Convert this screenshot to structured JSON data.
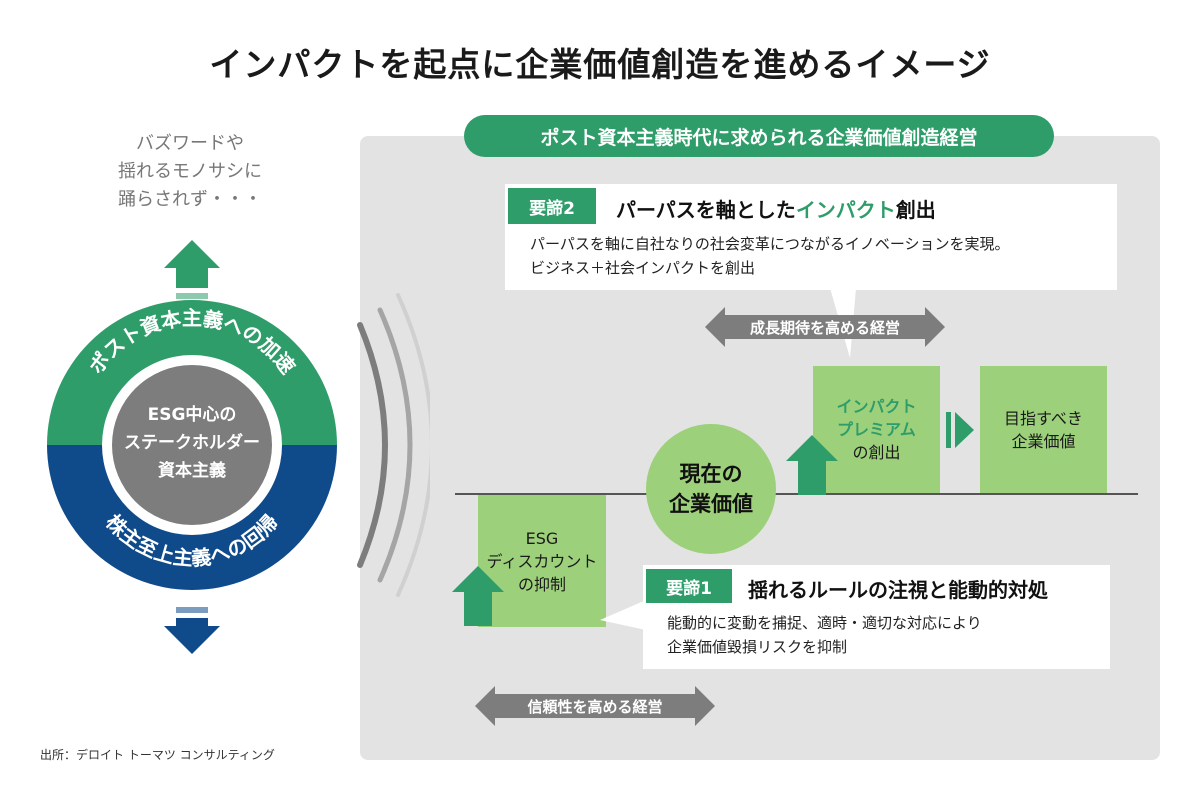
{
  "title": "インパクトを起点に企業価値創造を進めるイメージ",
  "buzzword_note": "バズワードや\n揺れるモノサシに\n踊らされず・・・",
  "circle": {
    "top_arc_label": "ポスト資本主義への加速",
    "bottom_arc_label": "株主至上主義への回帰",
    "center_label": [
      "ESG中心の",
      "ステークホルダー",
      "資本主義"
    ]
  },
  "section_title": "ポスト資本主義時代に求められる企業価値創造経営",
  "key2": {
    "badge": "要諦2",
    "title_pre": "パーパスを軸とした",
    "title_hl": "インパクト",
    "title_post": "創出",
    "desc": "パーパスを軸に自社なりの社会変革につながるイノベーションを実現。\nビジネス＋社会インパクトを創出"
  },
  "growth_arrow": "成長期待を高める経営",
  "trust_arrow": "信頼性を高める経営",
  "impact_box": {
    "line1": "インパクト",
    "line2": "プレミアム",
    "line3": "の創出"
  },
  "target_box": {
    "line1": "目指すべき",
    "line2": "企業価値"
  },
  "current_value": {
    "line1": "現在の",
    "line2": "企業価値"
  },
  "esg_box": {
    "line1": "ESG",
    "line2": "ディスカウント",
    "line3": "の抑制"
  },
  "key1": {
    "badge": "要諦1",
    "title": "揺れるルールの注視と能動的対処",
    "desc": "能動的に変動を捕捉、適時・適切な対応により\n企業価値毀損リスクを抑制"
  },
  "source": "出所：デロイト トーマツ コンサルティング",
  "colors": {
    "green": "#2e9d6a",
    "light_green": "#9dd07a",
    "navy": "#0f4a8a",
    "gray": "#7d7d7d",
    "panel": "#e3e3e3"
  }
}
